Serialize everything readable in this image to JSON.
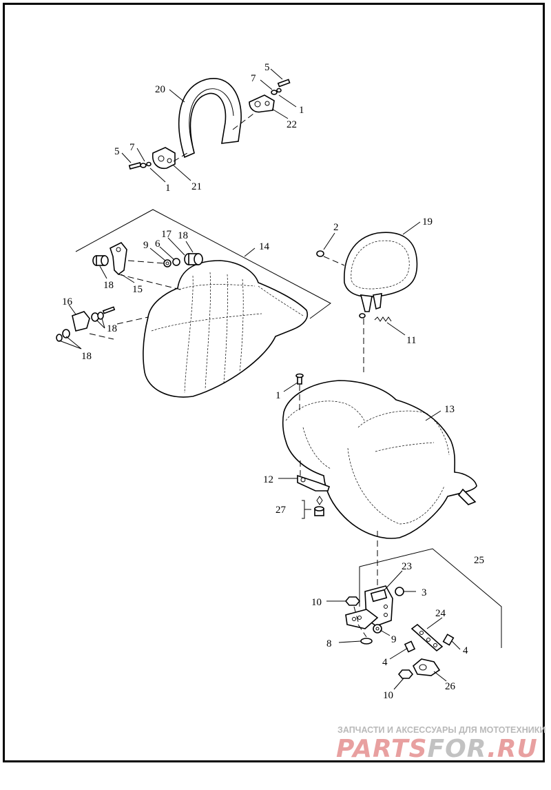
{
  "diagram": {
    "callouts": {
      "c1_top": "1",
      "c5_top": "5",
      "c7_top": "7",
      "c22": "22",
      "c20": "20",
      "c5_left": "5",
      "c7_left": "7",
      "c1_left": "1",
      "c21": "21",
      "c17": "17",
      "c18_a": "18",
      "c9_a": "9",
      "c6": "6",
      "c14": "14",
      "c18_b": "18",
      "c15": "15",
      "c16": "16",
      "c18_c": "18",
      "c18_d": "18",
      "c2": "2",
      "c19": "19",
      "c11": "11",
      "c1_mid": "1",
      "c13": "13",
      "c12": "12",
      "c27": "27",
      "c25": "25",
      "c23": "23",
      "c3": "3",
      "c10_a": "10",
      "c9_b": "9",
      "c8": "8",
      "c24": "24",
      "c4_a": "4",
      "c4_b": "4",
      "c26": "26",
      "c10_b": "10"
    }
  },
  "watermark": {
    "tagline": "ЗАПЧАСТИ И АКСЕССУАРЫ ДЛЯ МОТОТЕХНИКИ",
    "logo_part1": "PARTS",
    "logo_part2": "FOR",
    "logo_part3": ".RU",
    "colors": {
      "red": "#e8a0a0",
      "gray": "#c2c2c2"
    }
  }
}
